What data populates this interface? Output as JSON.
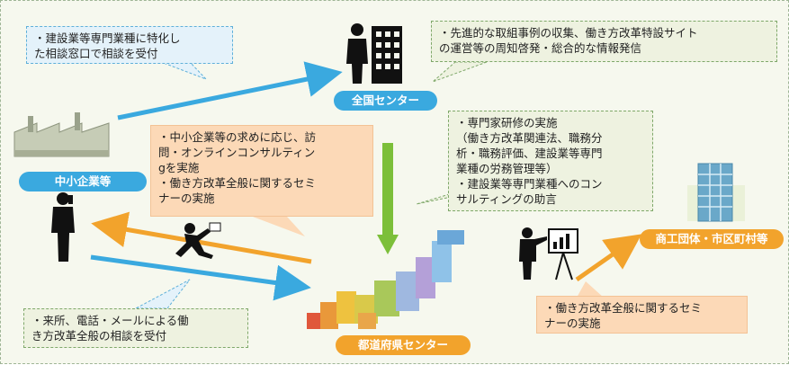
{
  "nodes": {
    "national_center": "全国センター",
    "sme": "中小企業等",
    "prefectural_center": "都道府県センター",
    "commerce_orgs": "商工団体・市区町村等"
  },
  "callouts": {
    "construction_consult": "・建設業等専門業種に特化し\nた相談窓口で相談を受付",
    "advanced_examples": "・先進的な取組事例の収集、働き方改革特設サイト\nの運営等の周知啓発・総合的な情報発信",
    "visits": "・中小企業等の求めに応じ、訪\n問・オンラインコンサルティン\ngを実施\n・働き方改革全般に関するセミ\nナーの実施",
    "expert_training": "・専門家研修の実施\n（働き方改革関連法、職務分\n析・職務評価、建設業等専門\n業種の労務管理等）\n・建設業等専門業種へのコン\nサルティングの助言",
    "reception": "・来所、電話・メールによる働\nき方改革全般の相談を受付",
    "seminar": "・働き方改革全般に関するセミ\nナーの実施"
  },
  "colors": {
    "blue_accent": "#3aa9df",
    "orange_accent": "#f2a32c",
    "green_accent": "#7cbf3a"
  },
  "icons": [
    "businessman-building-icon",
    "factory-icon",
    "businessman-phone-icon",
    "running-man-icon",
    "presenter-icon",
    "office-building-icon",
    "japan-map-icon"
  ]
}
